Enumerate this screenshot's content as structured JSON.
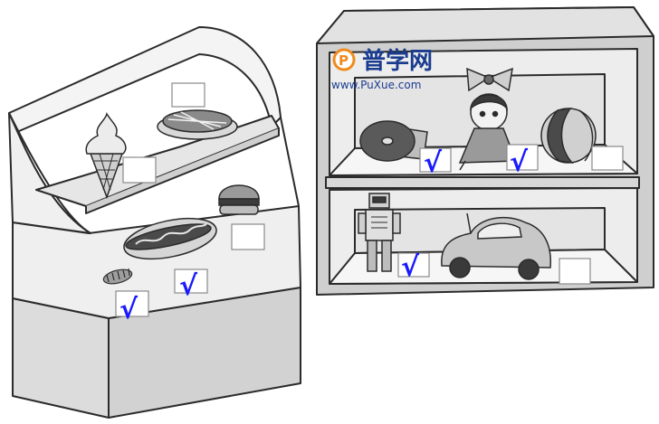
{
  "watermark": {
    "logo_letter": "P",
    "title": "普学网",
    "url": "www.PuXue.com"
  },
  "answers": {
    "check_mark": "√",
    "checked_items": [
      "cookie",
      "hotdog",
      "cd",
      "doll",
      "robot"
    ],
    "unchecked_items": [
      "pie",
      "ice-cream",
      "hamburger",
      "ball",
      "car"
    ]
  },
  "colors": {
    "ink": "#2b2b2b",
    "shelf_fill": "#e9e9e9",
    "shelf_shadow": "#bdbdbd",
    "check_blue": "#1a1aff",
    "box_border": "#8a8a8a",
    "watermark_blue": "#1b3c8f",
    "watermark_orange": "#f08a1c"
  }
}
